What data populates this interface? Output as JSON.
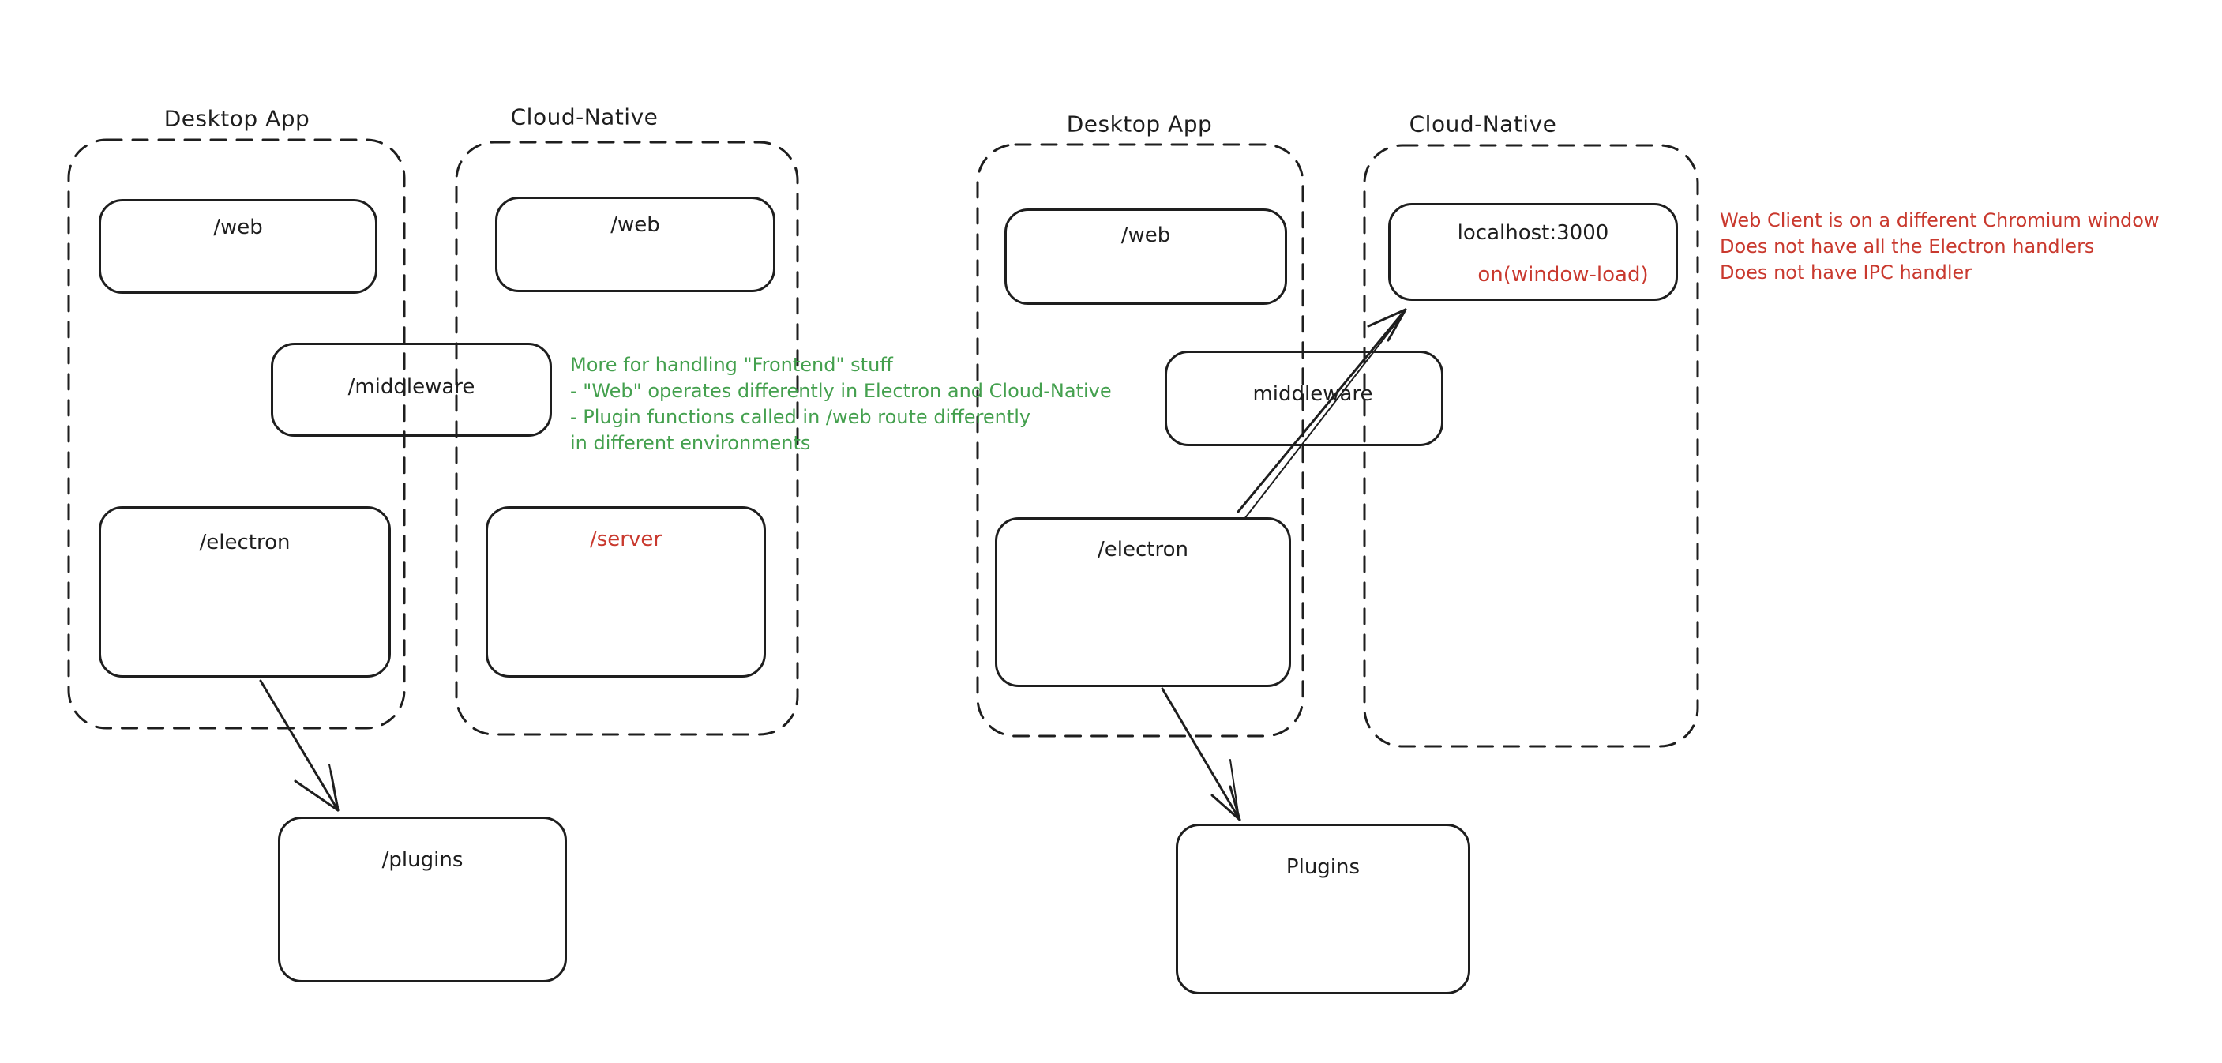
{
  "colors": {
    "stroke": "#1e1e1e",
    "red": "#c9392e",
    "green": "#44a04e",
    "background": "#ffffff"
  },
  "diagram_left": {
    "desktop_label": "Desktop App",
    "cloud_label": "Cloud-Native",
    "nodes": {
      "web_desktop": "/web",
      "web_cloud": "/web",
      "middleware": "/middleware",
      "electron": "/electron",
      "server": "/server",
      "plugins": "/plugins"
    }
  },
  "diagram_right": {
    "desktop_label": "Desktop App",
    "cloud_label": "Cloud-Native",
    "nodes": {
      "web": "/web",
      "localhost": "localhost:3000",
      "on_window_load": "on(window-load)",
      "middleware": "middleware",
      "electron": "/electron",
      "plugins": "Plugins"
    }
  },
  "annotations": {
    "green_note": {
      "lines": [
        "More for handling \"Frontend\" stuff",
        "- \"Web\" operates differently in Electron and Cloud-Native",
        "- Plugin functions called in /web route differently",
        "in different environments"
      ]
    },
    "red_note": {
      "lines": [
        "Web Client is on a different Chromium window",
        "Does not have all the Electron handlers",
        "Does not have IPC handler"
      ]
    }
  }
}
